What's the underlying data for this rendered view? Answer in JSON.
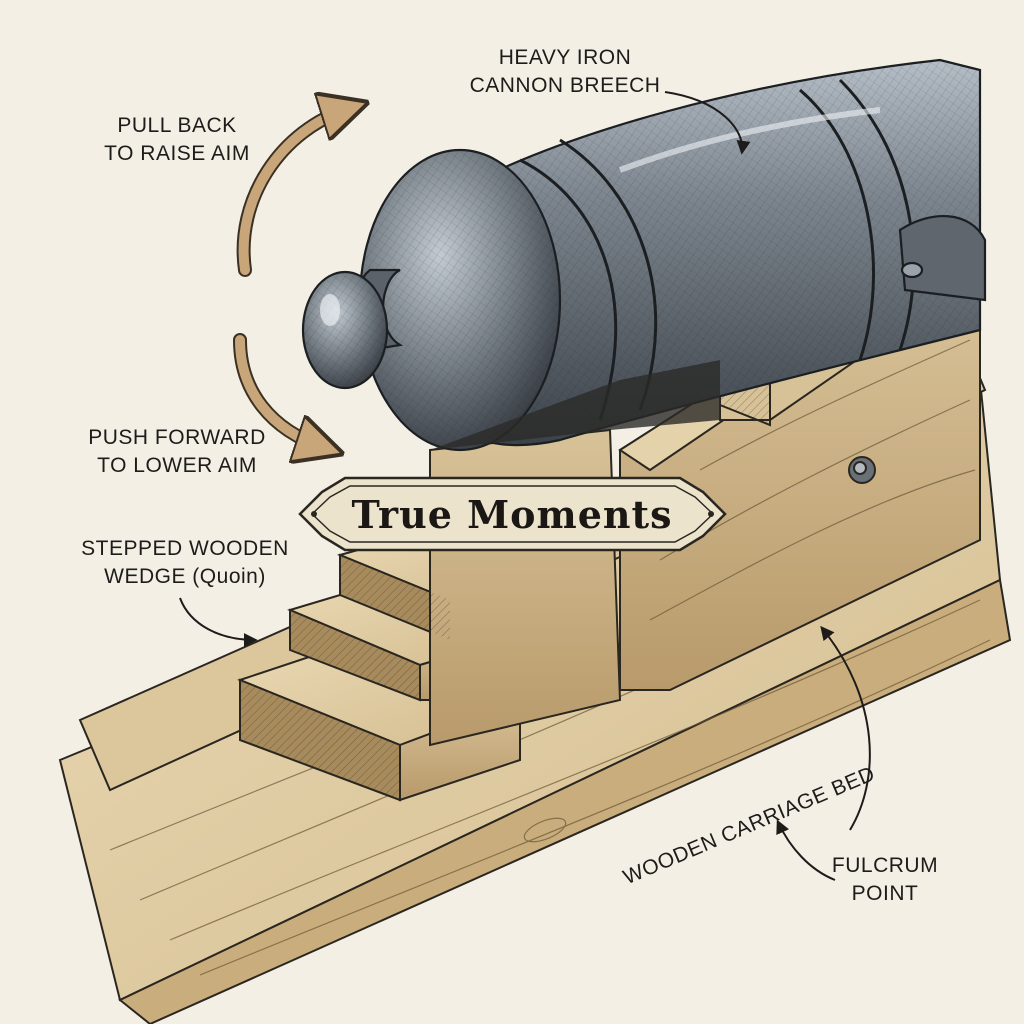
{
  "labels": {
    "pull_back": [
      "PULL BACK",
      "TO RAISE AIM"
    ],
    "push_forward": [
      "PUSH FORWARD",
      "TO LOWER AIM"
    ],
    "stepped_wedge": [
      "STEPPED WOODEN",
      "WEDGE (Quoin)"
    ],
    "breech": [
      "HEAVY IRON",
      "CANNON BREECH"
    ],
    "carriage_bed": "WOODEN CARRIAGE BED",
    "fulcrum": [
      "FULCRUM",
      "POINT"
    ]
  },
  "banner": {
    "title": "True Moments"
  },
  "colors": {
    "paper": "#f3efe5",
    "wood_light": "#e2cfa6",
    "wood_dark": "#b8996a",
    "iron": "#5a6168",
    "iron_light": "#9aa3ab",
    "arrow_tan": "#c9a57a",
    "ink": "#1e1c1a"
  }
}
